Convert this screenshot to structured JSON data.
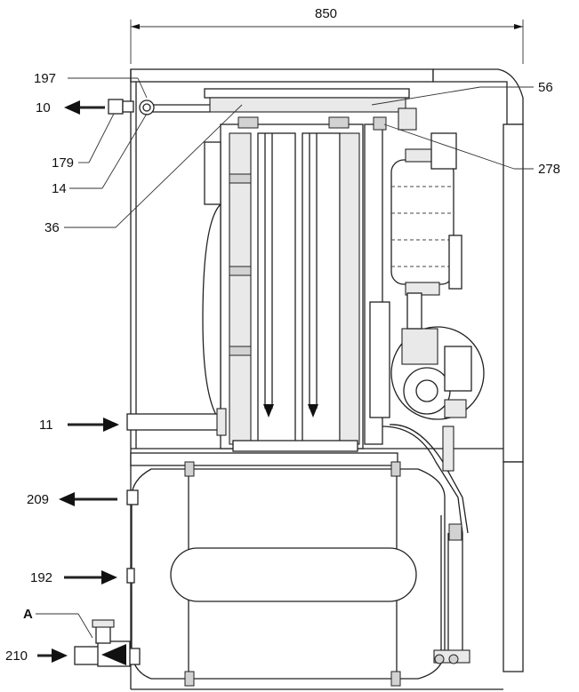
{
  "dimension": {
    "width_label": "850"
  },
  "callouts": {
    "c197": "197",
    "c10": "10",
    "c179": "179",
    "c14": "14",
    "c36": "36",
    "c56": "56",
    "c278": "278",
    "c11": "11",
    "c209": "209",
    "c192": "192",
    "cA": "A",
    "c210": "210"
  }
}
